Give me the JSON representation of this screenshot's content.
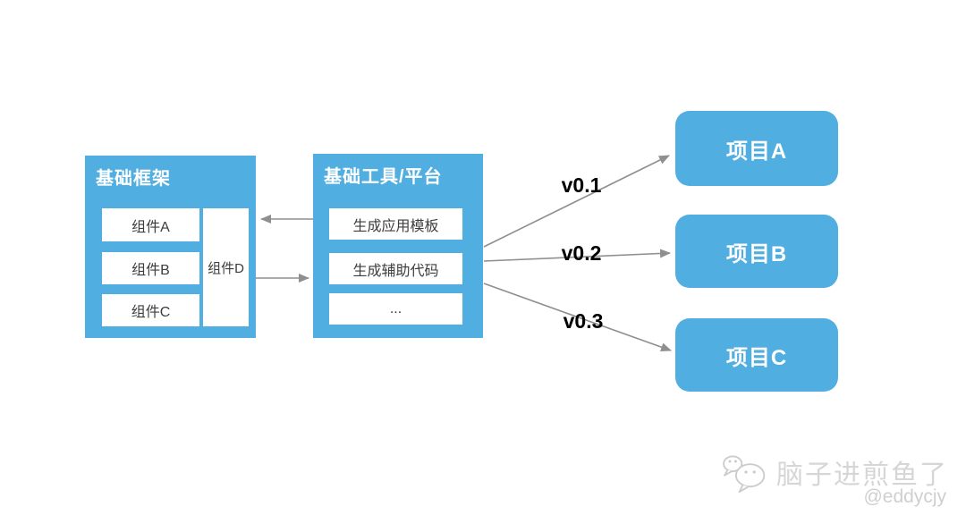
{
  "diagram": {
    "framework": {
      "title": "基础框架",
      "components": [
        "组件A",
        "组件B",
        "组件C"
      ],
      "side_component": "组件D"
    },
    "platform": {
      "title": "基础工具/平台",
      "capabilities": [
        "生成应用模板",
        "生成辅助代码",
        "..."
      ]
    },
    "projects": [
      {
        "label": "项目A",
        "version": "v0.1"
      },
      {
        "label": "项目B",
        "version": "v0.2"
      },
      {
        "label": "项目C",
        "version": "v0.3"
      }
    ],
    "colors": {
      "box_blue": "#51AEE0",
      "arrow_gray": "#8F8F8F",
      "inner_box_text": "#3D3D3D",
      "version_text": "#000000"
    }
  },
  "watermark": {
    "account_name": "脑子进煎鱼了",
    "handle": "@eddycjy",
    "logo": "fish-chat-bubbles-logo",
    "color": "#D6D6D6"
  }
}
